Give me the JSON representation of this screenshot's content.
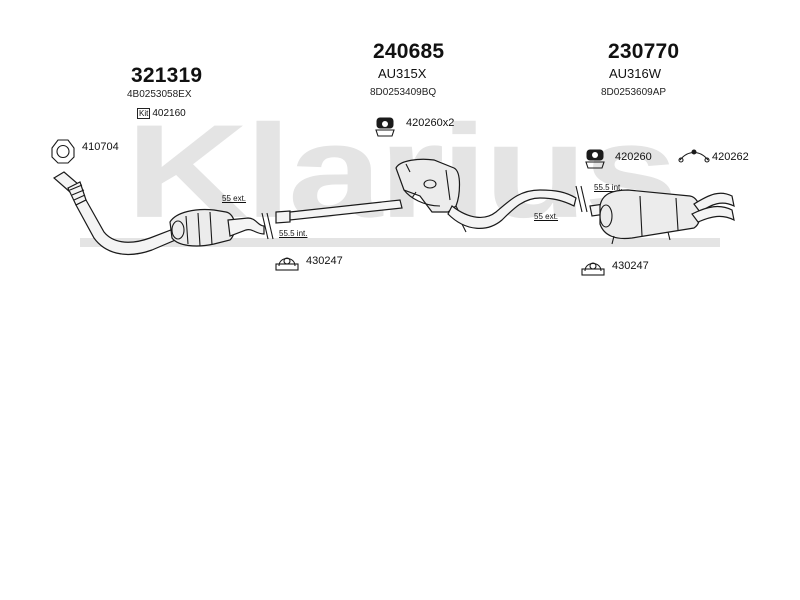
{
  "watermark": {
    "text": "Klarius",
    "color": "#e4e4e4"
  },
  "sections": [
    {
      "part_number": "321319",
      "oem": "4B0253058EX",
      "kit_label": "Kit",
      "kit_number": "402160"
    },
    {
      "part_number": "240685",
      "code": "AU315X",
      "oem": "8D0253409BQ"
    },
    {
      "part_number": "230770",
      "code": "AU316W",
      "oem": "8D0253609AP"
    }
  ],
  "fittings": {
    "gasket_front": "410704",
    "hanger_mid": "420260x2",
    "clamp_front": "430247",
    "hanger_rear": "420260",
    "strap_rear": "420262",
    "clamp_rear": "430247"
  },
  "dimensions": {
    "front_ext": "55 ext.",
    "front_int": "55.5 int.",
    "rear_int": "55.5 int.",
    "rear_ext": "55 ext."
  }
}
